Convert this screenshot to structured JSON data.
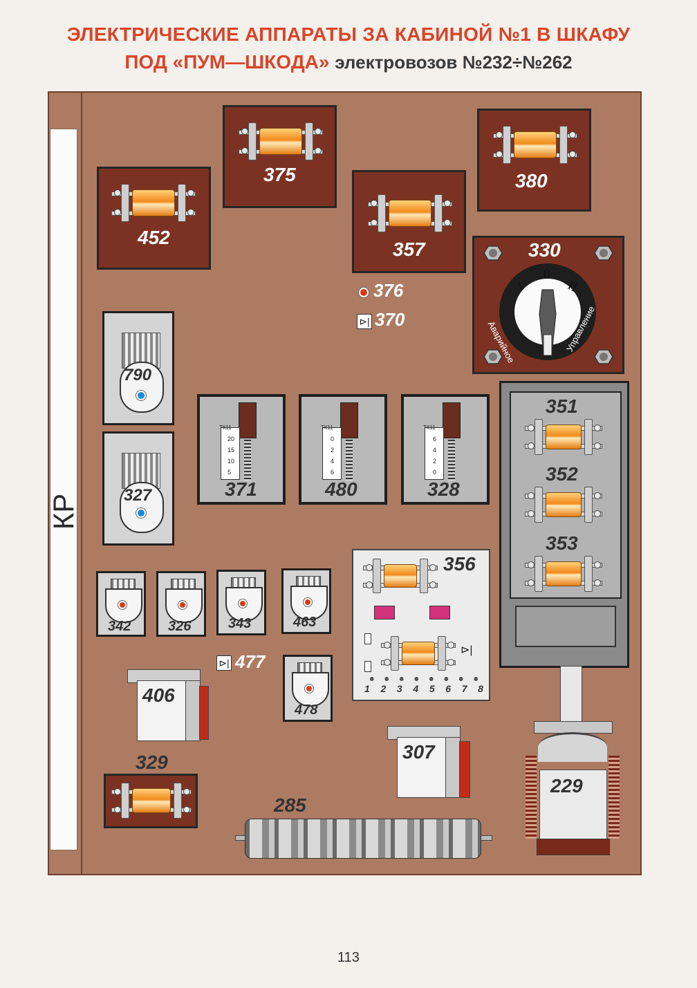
{
  "title": {
    "line1": "ЭЛЕКТРИЧЕСКИЕ АППАРАТЫ ЗА КАБИНОЙ №1 В ШКАФУ",
    "line2_main": "ПОД «ПУМ—ШКОДА»",
    "line2_sub": "электровозов №232÷№262"
  },
  "kr_label": "КР",
  "devices": {
    "d375": "375",
    "d380": "380",
    "d452": "452",
    "d357": "357",
    "d330": "330",
    "d376": "376",
    "d370": "370",
    "d790": "790",
    "d327": "327",
    "d371": "371",
    "d480": "480",
    "d328": "328",
    "d351": "351",
    "d352": "352",
    "d353": "353",
    "d356": "356",
    "d342": "342",
    "d326": "326",
    "d343": "343",
    "d463": "463",
    "d477": "477",
    "d478": "478",
    "d406": "406",
    "d307": "307",
    "d329": "329",
    "d285": "285",
    "d229": "229"
  },
  "switch330": {
    "pos0": "0",
    "pos1": "I",
    "pos2": "II",
    "left_text": "Аварийное",
    "right_text": "Управление"
  },
  "gauge_label": "ТК11",
  "gauge371": [
    "20",
    "15",
    "10",
    "5"
  ],
  "gauge480": [
    "0",
    "2",
    "4",
    "6"
  ],
  "gauge328": [
    "6",
    "4",
    "2",
    "0"
  ],
  "panel356_numbers": [
    "1",
    "2",
    "3",
    "4",
    "5",
    "6",
    "7",
    "8"
  ],
  "page_number": "113",
  "colors": {
    "cabinet": "#ad7b62",
    "dark_panel": "#7c3222",
    "title": "#d8452a"
  }
}
